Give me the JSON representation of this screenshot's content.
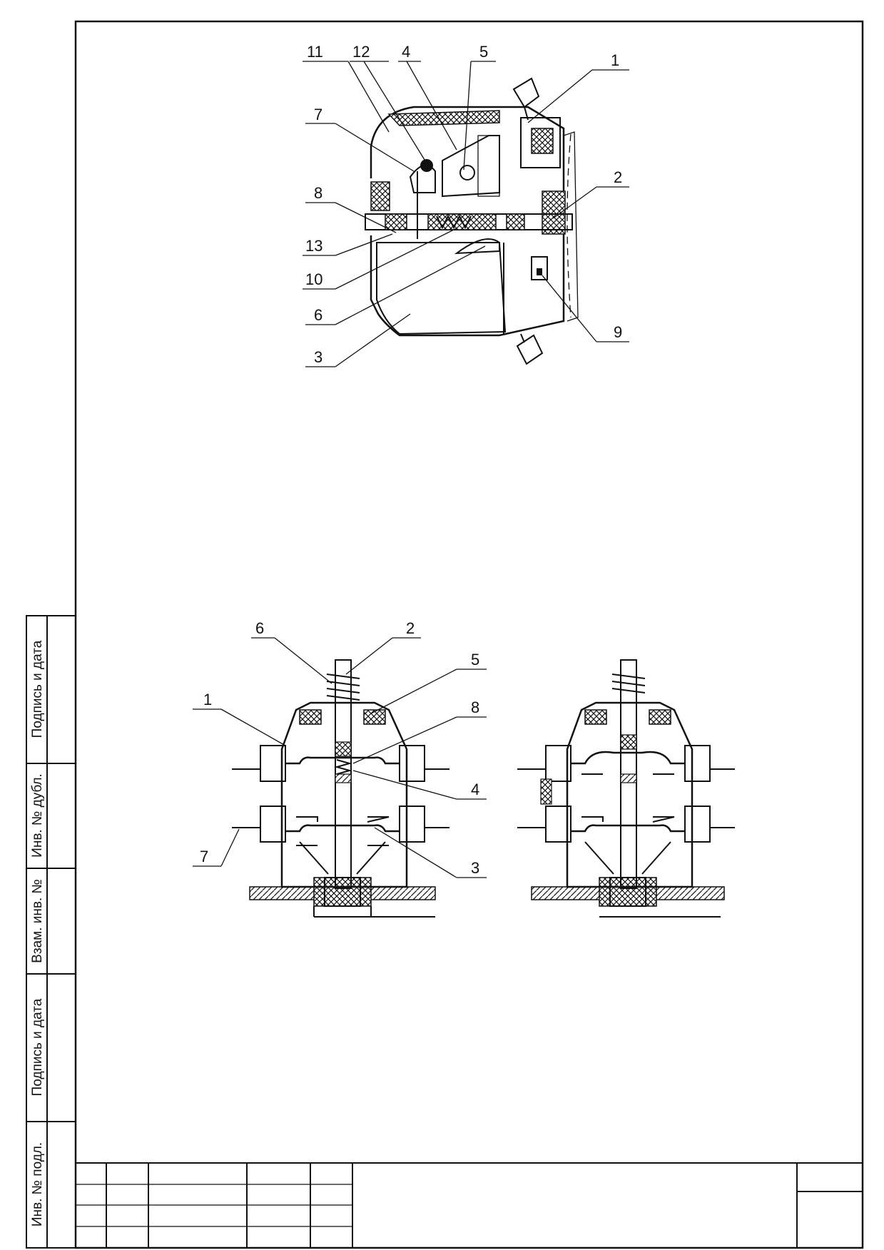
{
  "side_stamp": {
    "fields": [
      "Подпись и дата",
      "Инв. № дубл.",
      "Взам. инв. №",
      "Подпись и дата",
      "Инв. № подл."
    ]
  },
  "figure_top": {
    "callouts": [
      "11",
      "12",
      "4",
      "5",
      "1",
      "7",
      "2",
      "8",
      "13",
      "10",
      "6",
      "9",
      "3"
    ]
  },
  "figure_bottom": {
    "callouts": [
      "6",
      "2",
      "5",
      "1",
      "8",
      "4",
      "7",
      "3"
    ]
  },
  "colors": {
    "ink": "#111111",
    "paper": "#ffffff"
  }
}
